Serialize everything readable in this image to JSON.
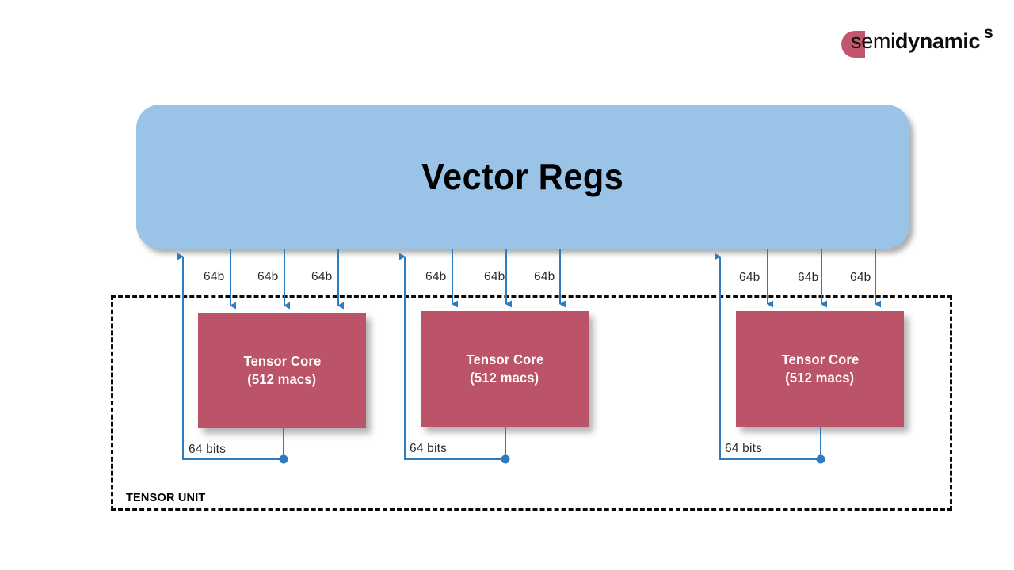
{
  "brand": {
    "logo_prefix": "semi",
    "logo_bold": "dynamic",
    "logo_superscript": "s",
    "logo_dot_color": "#c0576d"
  },
  "diagram": {
    "title": "Vector Regs",
    "region_label": "TENSOR UNIT",
    "colors": {
      "vector_regs_fill": "#9ac3e8",
      "tensor_core_fill": "#bb5369",
      "wire": "#2e7cbf",
      "region_border": "#0a0a0a",
      "background": "#ffffff"
    },
    "vector_regs": {
      "label": "Vector Regs"
    },
    "groups": [
      {
        "core_title": "Tensor Core",
        "core_subtitle": "(512 macs)",
        "input_labels": [
          "64b",
          "64b",
          "64b"
        ],
        "output_label": "64 bits"
      },
      {
        "core_title": "Tensor Core",
        "core_subtitle": "(512 macs)",
        "input_labels": [
          "64b",
          "64b",
          "64b"
        ],
        "output_label": "64 bits"
      },
      {
        "core_title": "Tensor Core",
        "core_subtitle": "(512 macs)",
        "input_labels": [
          "64b",
          "64b",
          "64b"
        ],
        "output_label": "64 bits"
      }
    ]
  }
}
